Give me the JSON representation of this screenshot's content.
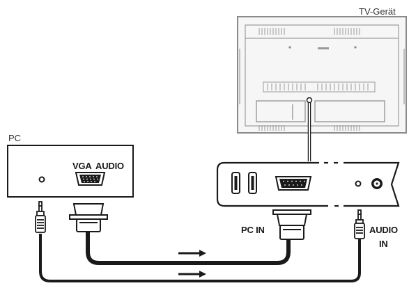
{
  "labels": {
    "tv": "TV-Gerät",
    "pc": "PC",
    "vga": "VGA",
    "pc_audio": "AUDIO",
    "pc_in": "PC IN",
    "audio_in_line1": "AUDIO",
    "audio_in_line2": "IN"
  },
  "colors": {
    "line": "#1a1a1a",
    "tv_outline": "#8a8a8a",
    "tv_fill": "#f6f6f6",
    "device_fill": "#ffffff"
  }
}
